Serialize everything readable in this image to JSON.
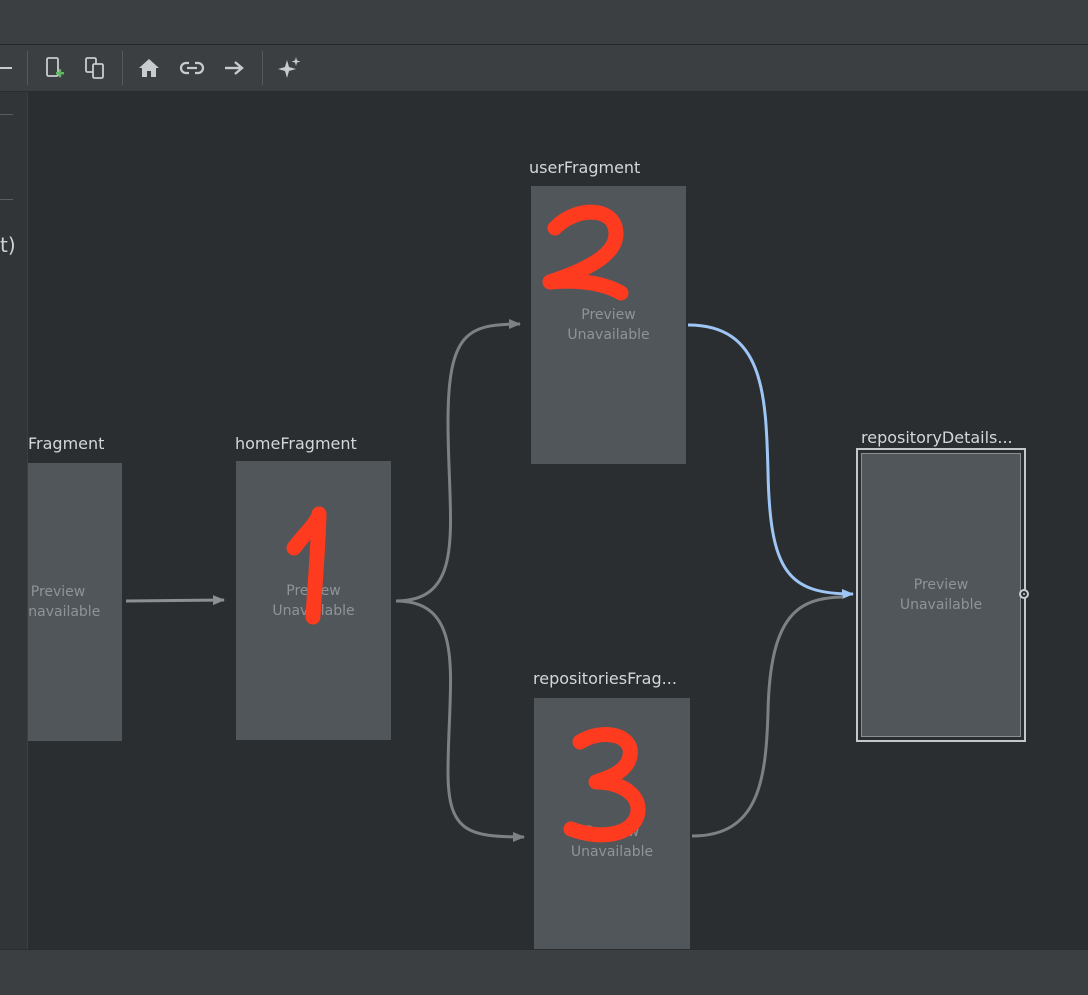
{
  "toolbar": {
    "buttons": [
      {
        "name": "collapse-icon"
      },
      {
        "name": "new-destination-icon"
      },
      {
        "name": "nested-graph-icon"
      },
      {
        "name": "home-icon"
      },
      {
        "name": "deep-link-icon"
      },
      {
        "name": "action-arrow-icon"
      },
      {
        "name": "auto-arrange-icon"
      }
    ]
  },
  "left_panel": {
    "text": "t)"
  },
  "fragments": {
    "left": {
      "title": "Fragment",
      "preview": "Preview Unavailable"
    },
    "home": {
      "title": "homeFragment",
      "preview": "Preview Unavailable"
    },
    "user": {
      "title": "userFragment",
      "preview": "Preview Unavailable"
    },
    "repositories": {
      "title": "repositoriesFrag...",
      "preview": "Preview Unavailable"
    },
    "details": {
      "title": "repositoryDetails...",
      "preview": "Preview Unavailable"
    }
  },
  "annotations": {
    "labels": [
      "1",
      "2",
      "3"
    ],
    "color": "#ff3b1f"
  },
  "colors": {
    "selected_action": "#9ec6f5",
    "action": "#7d8185",
    "canvas": "#2b2e30",
    "destination": "#50565a"
  }
}
